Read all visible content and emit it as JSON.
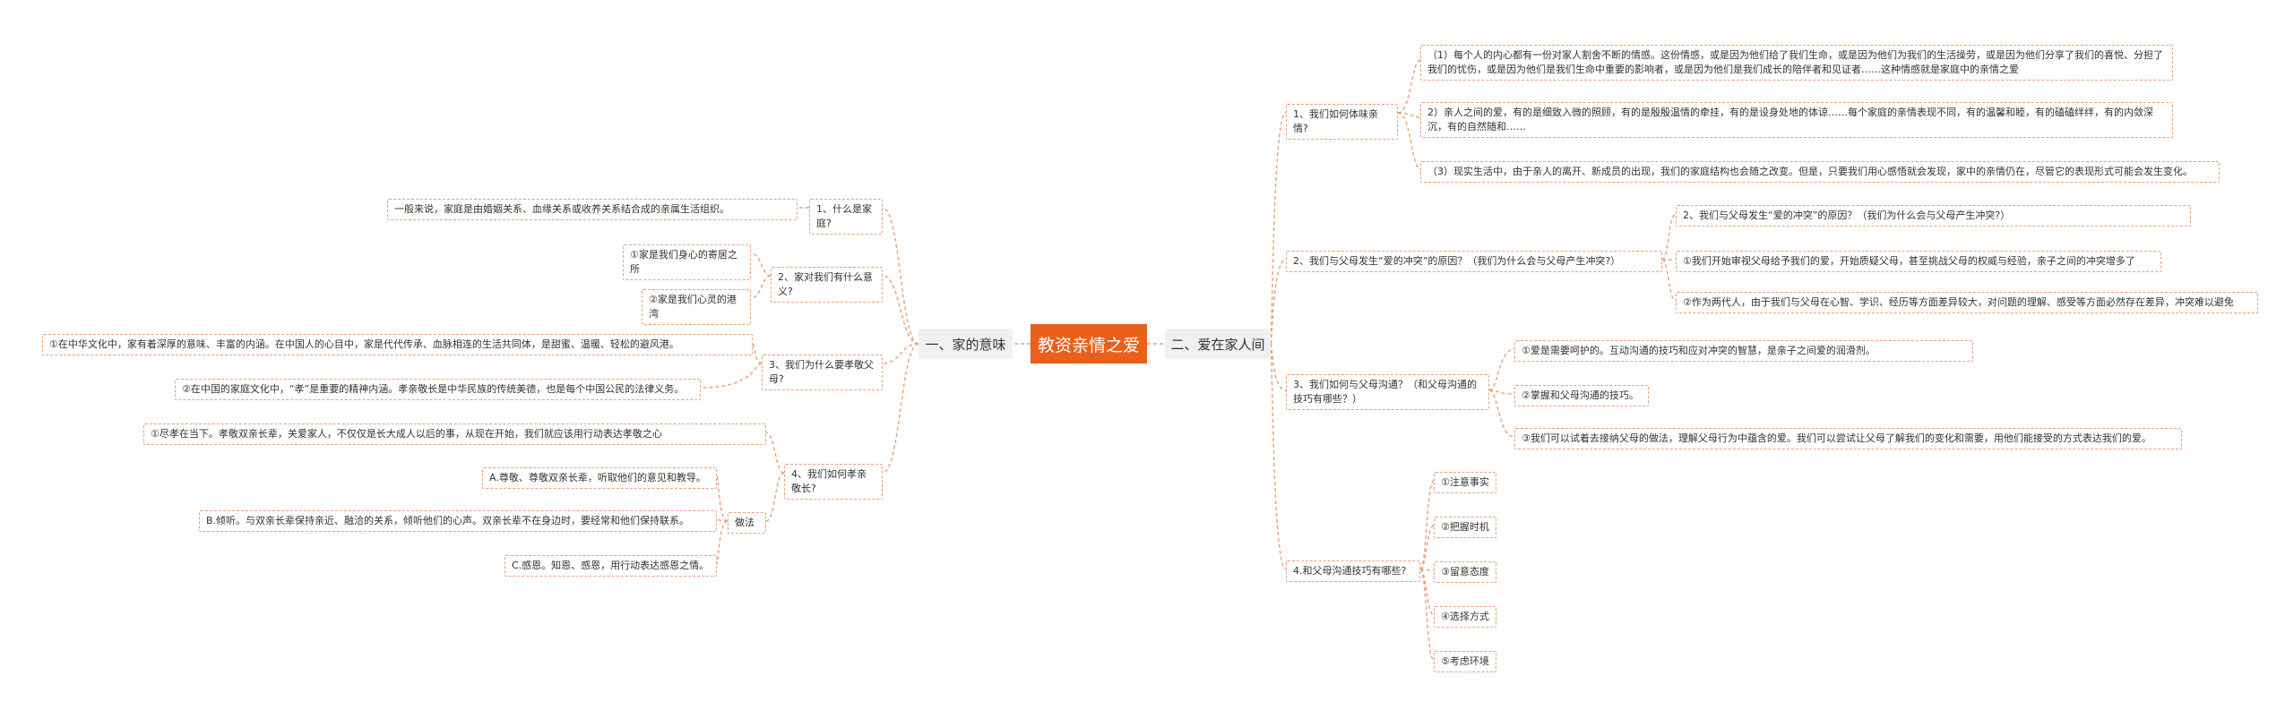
{
  "root": "教资亲情之爱",
  "left": {
    "label": "一、家的意味",
    "items": [
      {
        "label": "1、什么是家庭?",
        "children": [
          "一般来说，家庭是由婚姻关系、血缘关系或收养关系结合成的亲属生活组织。"
        ]
      },
      {
        "label": "2、家对我们有什么意义?",
        "children": [
          "①家是我们身心的寄居之所",
          "②家是我们心灵的港湾"
        ]
      },
      {
        "label": "3、我们为什么要孝敬父母?",
        "children": [
          "①在中华文化中，家有着深厚的意味、丰富的内涵。在中国人的心目中，家是代代传承、血脉相连的生活共同体，是甜蜜、温暖、轻松的避风港。",
          "②在中国的家庭文化中，“孝”是重要的精神内涵。孝亲敬长是中华民族的传统美德，也是每个中国公民的法律义务。"
        ]
      },
      {
        "label": "4、我们如何孝亲敬长?",
        "children": [
          "①尽孝在当下。孝敬双亲长辈，关爱家人，不仅仅是长大成人以后的事，从现在开始，我们就应该用行动表达孝敬之心"
        ],
        "method": {
          "label": "做法",
          "children": [
            "A.尊敬、尊敬双亲长辈，听取他们的意见和教导。",
            "B.倾听。与双亲长辈保持亲近、融洽的关系，倾听他们的心声。双亲长辈不在身边时，要经常和他们保持联系。",
            "C.感恩。知恩、感恩，用行动表达感恩之情。"
          ]
        }
      }
    ]
  },
  "right": {
    "label": "二、爱在家人间",
    "items": [
      {
        "label": "1、我们如何体味亲情?",
        "children": [
          "（1）每个人的内心都有一份对家人割舍不断的情感。这份情感，或是因为他们给了我们生命，或是因为他们为我们的生活操劳，或是因为他们分享了我们的喜悦、分担了我们的忧伤，或是因为他们是我们生命中重要的影响者，或是因为他们是我们成长的陪伴者和见证者……这种情感就是家庭中的亲情之爱",
          "2）亲人之间的爱，有的是细致入微的照顾，有的是殷殷温情的牵挂，有的是设身处地的体谅……每个家庭的亲情表现不同，有的温馨和睦，有的磕磕绊绊，有的内敛深沉，有的自然随和……",
          "（3）现实生活中，由于亲人的离开、新成员的出现，我们的家庭结构也会随之改变。但是，只要我们用心感悟就会发现，家中的亲情仍在，尽管它的表现形式可能会发生变化。"
        ]
      },
      {
        "label": "2、我们与父母发生“爱的冲突”的原因？（我们为什么会与父母产生冲突?）",
        "children": [
          "2、我们与父母发生“爱的冲突”的原因？（我们为什么会与父母产生冲突?）",
          "①我们开始审视父母给予我们的爱，开始质疑父母，甚至挑战父母的权威与经验，亲子之间的冲突增多了",
          "②作为两代人，由于我们与父母在心智、学识、经历等方面差异较大，对问题的理解、感受等方面必然存在差异，冲突难以避免"
        ]
      },
      {
        "label": "3、我们如何与父母沟通？（和父母沟通的技巧有哪些？）",
        "children": [
          "①爱是需要呵护的。互动沟通的技巧和应对冲突的智慧，是亲子之间爱的润滑剂。",
          "②掌握和父母沟通的技巧。",
          "③我们可以试着去接纳父母的做法，理解父母行为中蕴含的爱。我们可以尝试让父母了解我们的变化和需要，用他们能接受的方式表达我们的爱。"
        ]
      },
      {
        "label": "4.和父母沟通技巧有哪些?",
        "children": [
          "①注意事实",
          "②把握时机",
          "③留意态度",
          "④选择方式",
          "⑤考虑环境"
        ]
      }
    ]
  },
  "colors": {
    "accent": "#e8601c",
    "border": "#e9a07a",
    "line": "#e9a07a",
    "l1_bg": "#eef0f2"
  }
}
